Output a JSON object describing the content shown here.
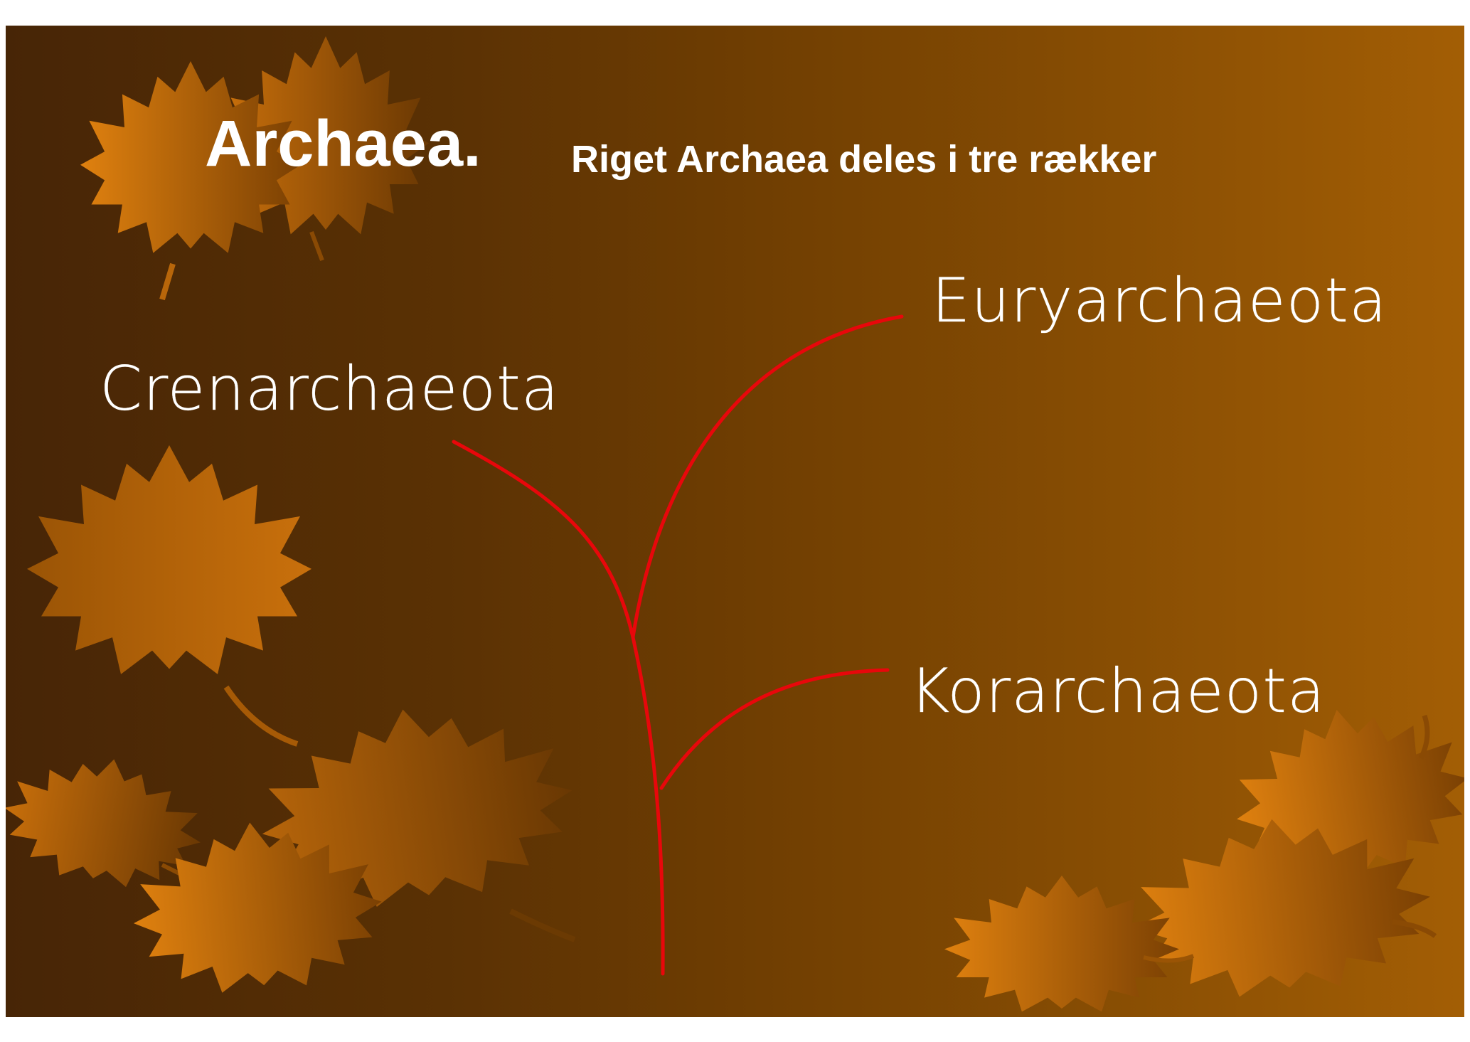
{
  "slide": {
    "title": "Archaea.",
    "subtitle": "Riget Archaea deles i tre rækker",
    "colors": {
      "background_left": "#472506",
      "background_right": "#a35e05",
      "tree_line": "#e8070b",
      "text": "#ffffff",
      "leaf_light": "#e0810f",
      "leaf_dark": "#7a4003"
    }
  },
  "tree": {
    "branches": [
      {
        "id": "crenarchaeota",
        "label": "Crenarchaeota"
      },
      {
        "id": "euryarchaeota",
        "label": "Euryarchaeota"
      },
      {
        "id": "korarchaeota",
        "label": "Korarchaeota"
      }
    ]
  },
  "decorations": {
    "leaf_icon": "maple-leaf-icon"
  }
}
